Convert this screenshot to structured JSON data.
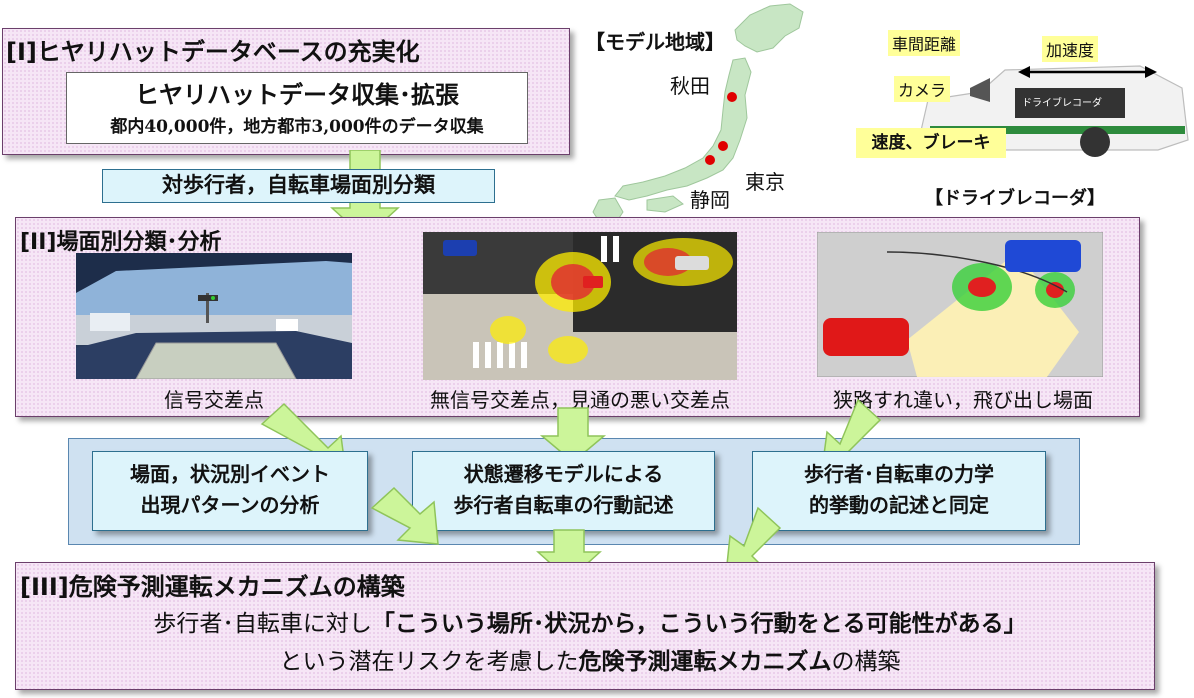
{
  "section1": {
    "title": "[Ⅰ]ヒヤリハットデータベースの充実化",
    "box_title": "ヒヤリハットデータ収集･拡張",
    "box_sub": "都内40,000件，地方都市3,000件のデータ収集"
  },
  "classification_label": "対歩行者，自転車場面別分類",
  "map": {
    "title": "【モデル地域】",
    "cities": [
      "秋田",
      "東京",
      "静岡"
    ]
  },
  "drive_recorder": {
    "labels": [
      "車間距離",
      "加速度",
      "カメラ",
      "速度、ブレーキ"
    ],
    "device": "ドライブレコーダ",
    "caption": "【ドライブレコーダ】"
  },
  "section2": {
    "title": "[II]場面別分類･分析",
    "scenes": [
      "信号交差点",
      "無信号交差点，見通の悪い交差点",
      "狭路すれ違い，飛び出し場面"
    ]
  },
  "analysis": [
    {
      "line1": "場面，状況別イベント",
      "line2": "出現パターンの分析"
    },
    {
      "line1": "状態遷移モデルによる",
      "line2": "歩行者自転車の行動記述"
    },
    {
      "line1": "歩行者･自転車の力学",
      "line2": "的挙動の記述と同定"
    }
  ],
  "section3": {
    "title": "[III]危険予測運転メカニズムの構築",
    "line1_pre": "歩行者･自転車に対し",
    "line1_bold": "「こういう場所･状況から，こういう行動をとる可能性がある」",
    "line2_pre": "という潜在リスクを考慮した",
    "line2_bold": "危険予測運転メカニズム",
    "line2_post": "の構築"
  },
  "colors": {
    "section_fill": "#f6e6f6",
    "section_border": "#6b3f6b",
    "arrow_fill": "#ccf59a",
    "arrow_stroke": "#8fc45a",
    "band_fill": "#cfe1f1",
    "box_fill": "#ddf4fb",
    "city_dot": "#e00000",
    "japan_fill": "#c8e6c4"
  }
}
